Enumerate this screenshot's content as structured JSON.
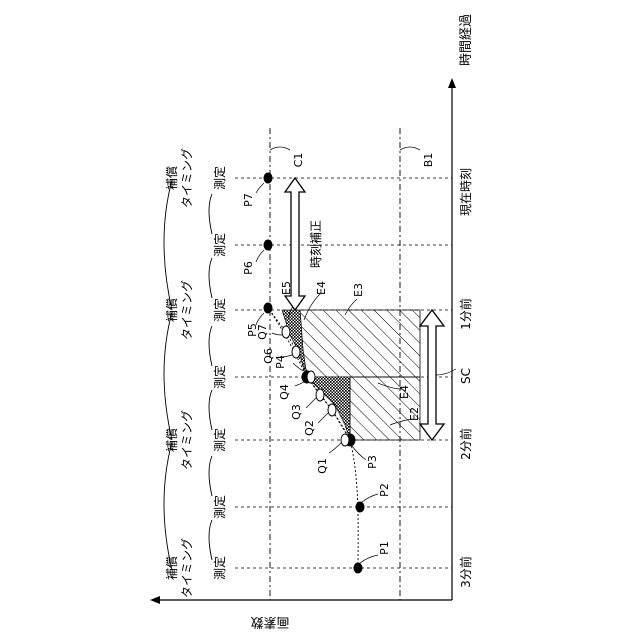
{
  "axes": {
    "time_label": "時間経過",
    "value_label": "画素数"
  },
  "curve_labels": {
    "c1": "C1",
    "b1": "B1"
  },
  "bottom_labels": {
    "now": "現在時刻",
    "one_min": "1分前",
    "two_min": "2分前",
    "three_min": "3分前"
  },
  "timing_label": "補償\nタイミング",
  "measure_label": "測定",
  "correction_label": "時刻補正",
  "span_label": "SC",
  "points": [
    "P1",
    "P2",
    "P3",
    "P4",
    "P5",
    "P6",
    "P7"
  ],
  "q_points": [
    "Q1",
    "Q2",
    "Q3",
    "Q4",
    "Q6",
    "Q7"
  ],
  "regions": {
    "e2": "E2",
    "e3": "E3",
    "e4_upper": "E4",
    "e4_lower": "E4",
    "e5": "E5"
  },
  "colors": {
    "line": "#000000",
    "hatch": "#000000",
    "background": "#ffffff"
  }
}
